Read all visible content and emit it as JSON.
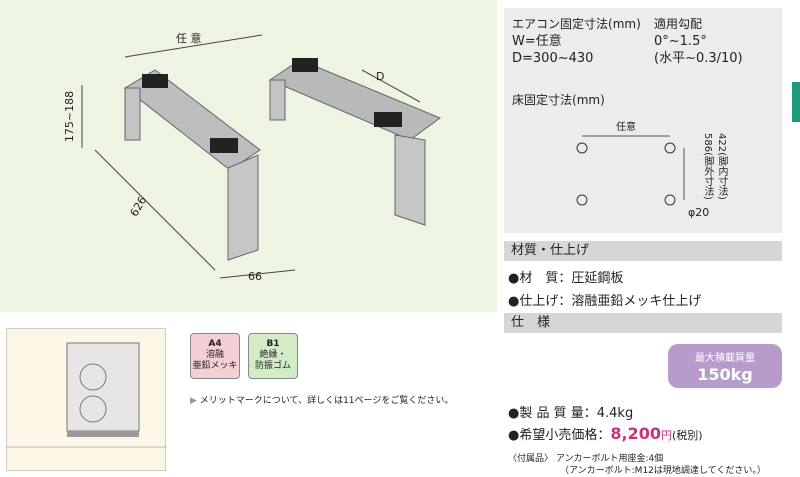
{
  "photo": {
    "dim_width": "任 意",
    "dim_depth": "D",
    "dim_height": "175~188",
    "dim_length": "626",
    "dim_foot": "66"
  },
  "specs": {
    "mount_title": "エアコン固定寸法",
    "mount_unit": "(mm)",
    "mount_w": "W=任意",
    "mount_d": "D=300~430",
    "slope_title": "適用勾配",
    "slope_value": "0°~1.5°",
    "slope_level": "(水平~0.3/10)",
    "floor_title": "床固定寸法",
    "floor_unit": "(mm)",
    "floor_width": "任意",
    "floor_outer": "586(脚外寸法)",
    "floor_inner": "422(脚内寸法)",
    "floor_hole": "φ20"
  },
  "material": {
    "header": "材質・仕上げ",
    "line1": "●材　質：圧延鋼板",
    "line2": "●仕上げ：溶融亜鉛メッキ仕上げ"
  },
  "spec": {
    "header": "仕　様",
    "max_label": "最大積載質量",
    "max_value": "150kg",
    "weight": "●製 品 質 量：4.4kg",
    "price_label": "●希望小売価格：",
    "price_value": "8,200",
    "price_unit": "円",
    "price_tax": "(税別)"
  },
  "merit": {
    "a4_code": "A4",
    "a4_line1": "溶融",
    "a4_line2": "亜鉛メッキ",
    "b1_code": "B1",
    "b1_line1": "絶縁・",
    "b1_line2": "防振ゴム",
    "note": "メリットマークについて、詳しくは11ページをご覧ください。"
  },
  "accessory": {
    "line1": "〈付属品〉 アンカーボルト用座金:4個",
    "line2": "（アンカーボルト:M12は現地調達してください。）"
  },
  "colors": {
    "accent": "#c8327a",
    "badge": "#b79bcb",
    "photo_bg": "#eef4e2",
    "merit_a4": "#f3cfd6",
    "merit_b1": "#d3ecc8"
  }
}
